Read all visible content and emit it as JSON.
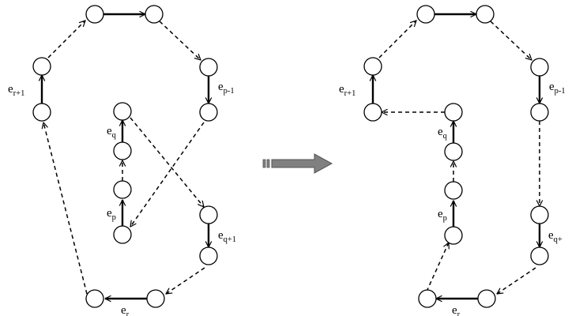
{
  "labels": {
    "left": {
      "r1": {
        "base": "e",
        "sub": "r+1"
      },
      "p1": {
        "base": "e",
        "sub": "p-1"
      },
      "q": {
        "base": "e",
        "sub": "q"
      },
      "p": {
        "base": "e",
        "sub": "p"
      },
      "q1": {
        "base": "e",
        "sub": "q+1"
      },
      "r": {
        "base": "e",
        "sub": "r"
      }
    },
    "right": {
      "r1": {
        "base": "e",
        "sub": "r+1"
      },
      "p1": {
        "base": "e",
        "sub": "p-1"
      },
      "q": {
        "base": "e",
        "sub": "q"
      },
      "p": {
        "base": "e",
        "sub": "p"
      },
      "q1": {
        "base": "e",
        "sub": "q+"
      },
      "r": {
        "base": "e",
        "sub": "r"
      }
    }
  },
  "colors": {
    "ink": "#000000",
    "arrow_fill": "#808080",
    "arrow_stroke": "#555555"
  }
}
